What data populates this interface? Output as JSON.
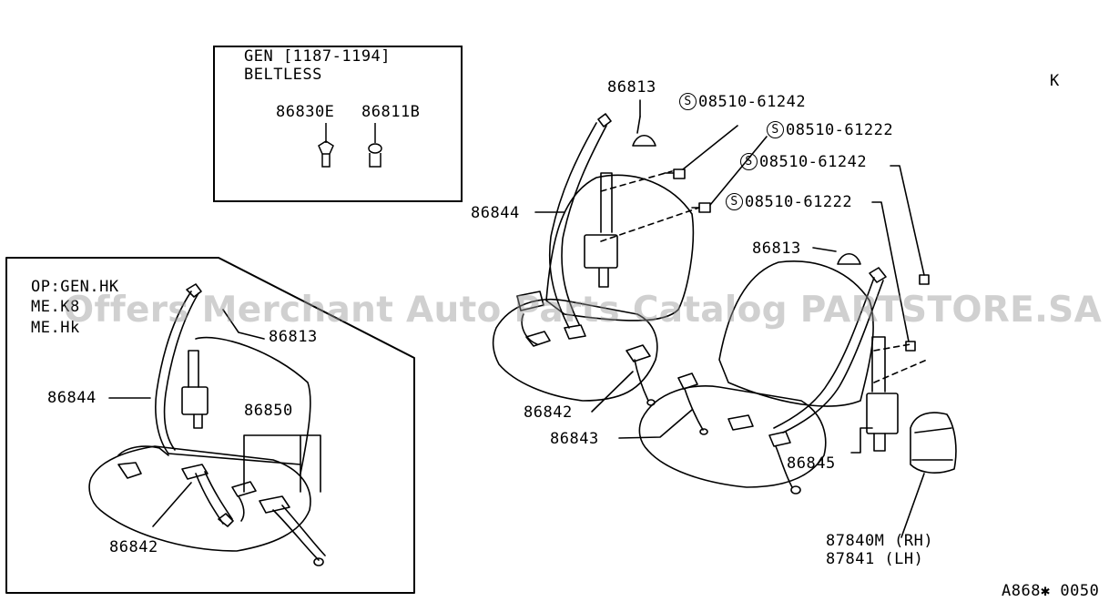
{
  "page_code": "K",
  "figure_id": "A868✱ 0050",
  "inset_beltless": {
    "line1": "GEN  [1187-1194]",
    "line2": "BELTLESS",
    "part_a": "86830E",
    "part_b": "86811B"
  },
  "inset_rear": {
    "line1": "OP:GEN.HK",
    "line2": "ME.K8",
    "line3": "ME.Hk",
    "labels": {
      "p86813": "86813",
      "p86844": "86844",
      "p86850": "86850",
      "p86842": "86842"
    }
  },
  "main": {
    "p86813_top": "86813",
    "bolt1": "08510-61242",
    "bolt2": "08510-61222",
    "bolt3": "08510-61242",
    "bolt4": "08510-61222",
    "p86844": "86844",
    "p86813_right": "86813",
    "p86842": "86842",
    "p86843": "86843",
    "p86845": "86845",
    "p87840m": "87840M (RH)",
    "p87841": "87841  (LH)",
    "bolt_symbol": "S"
  },
  "watermark": "Offers Merchant Auto Parts Catalog PARTSTORE.SA"
}
